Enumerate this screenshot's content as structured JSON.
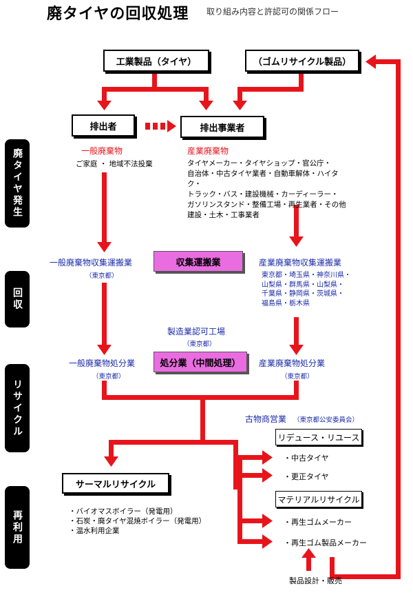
{
  "header": {
    "title": "廃タイヤの回収処理",
    "subtitle": "取り組み内容と許認可の関係フロー"
  },
  "sides": [
    "廃タイヤ発生",
    "回収",
    "リサイクル",
    "再利用"
  ],
  "boxes": {
    "industrial_product": "工業製品（タイヤ）",
    "rubber_product": "（ゴムリサイクル製品）",
    "discharger": "排出者",
    "business_discharger": "排出事業者",
    "collection": "収集運搬業",
    "disposal": "処分業（中間処理）",
    "reduce_reuse": "リデュース・リユース",
    "material_recycle": "マテリアルリサイクル",
    "thermal_recycle": "サーマルリサイクル"
  },
  "general_waste": {
    "label": "一般廃棄物",
    "source": "ご家庭 ・ 地域不法投棄",
    "collection": "一般廃棄物収集運搬業",
    "collection_auth": "（東京都）",
    "disposal": "一般廃棄物処分業",
    "disposal_auth": "（東京都）"
  },
  "industrial_waste": {
    "label": "産業廃棄物",
    "sources": [
      "タイヤメーカー・タイヤショップ・官公庁・",
      "自治体・中古タイヤ業者・自動車解体・ハイタク・",
      "トラック・バス・建設機械・カーディーラー・",
      "ガソリンスタンド・整備工場・再生業者・その他",
      "建設・土木・工事業者"
    ],
    "collection": "産業廃棄物収集運搬業",
    "collection_areas": [
      "東京都・埼玉県・神奈川県・",
      "山梨県・群馬県・山梨県・",
      "千葉県・静岡県・茨城県・",
      "福島県・栃木県"
    ],
    "disposal": "産業廃棄物処分業",
    "disposal_auth": "（東京都）"
  },
  "manufacture": {
    "label": "製造業認可工場",
    "auth": "（東京都）"
  },
  "antique": {
    "label": "古物商営業",
    "auth": "（東京都公安委員会）"
  },
  "reuse_items": [
    "・中古タイヤ",
    "・更正タイヤ"
  ],
  "material_items": [
    "・再生ゴムメーカー",
    "・再生ゴム製品メーカー"
  ],
  "thermal_items": [
    "・バイオマスボイラー（発電用）",
    "・石炭・廃タイヤ混焼ボイラー（発電用）",
    "・温水利用企業"
  ],
  "sales": "製品設計・販売",
  "colors": {
    "arrow": "#e8141b",
    "pink": "#e96de0",
    "blue": "#1a2aa8"
  }
}
